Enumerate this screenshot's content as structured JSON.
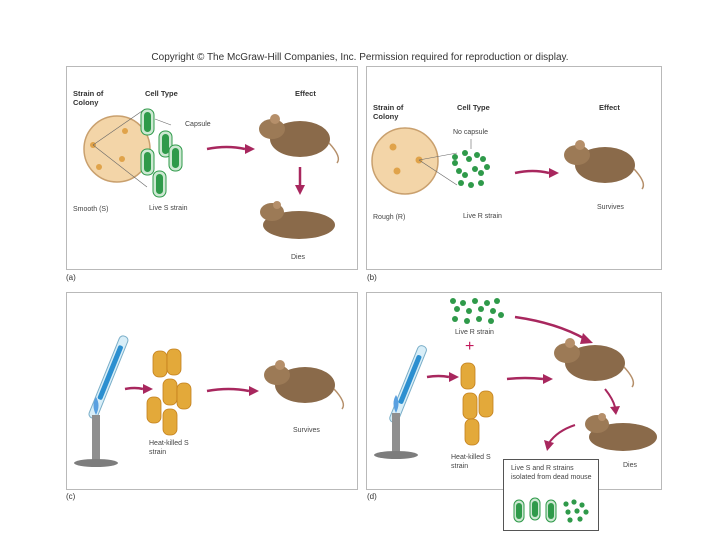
{
  "copyright": "Copyright © The McGraw-Hill Companies, Inc. Permission required for reproduction or display.",
  "headers": {
    "strain_of_colony": "Strain of Colony",
    "cell_type": "Cell Type",
    "effect": "Effect"
  },
  "panel_a": {
    "label": "(a)",
    "capsule": "Capsule",
    "colony": "Smooth (S)",
    "cell": "Live S strain",
    "effect": "Dies"
  },
  "panel_b": {
    "label": "(b)",
    "no_capsule": "No capsule",
    "colony": "Rough (R)",
    "cell": "Live R strain",
    "effect": "Survives"
  },
  "panel_c": {
    "label": "(c)",
    "cell": "Heat-killed S strain",
    "effect": "Survives"
  },
  "panel_d": {
    "label": "(d)",
    "live_r": "Live R strain",
    "plus": "+",
    "heat_killed": "Heat-killed S strain",
    "effect": "Dies",
    "isolated": "Live S and R strains isolated from dead mouse"
  },
  "colors": {
    "green_cell": "#2f9a4a",
    "green_dark": "#1d6b33",
    "yellow_cell": "#e3a93a",
    "arrow": "#a8275e",
    "mouse": "#8a6a4a",
    "dish": "#f3d5a8"
  }
}
